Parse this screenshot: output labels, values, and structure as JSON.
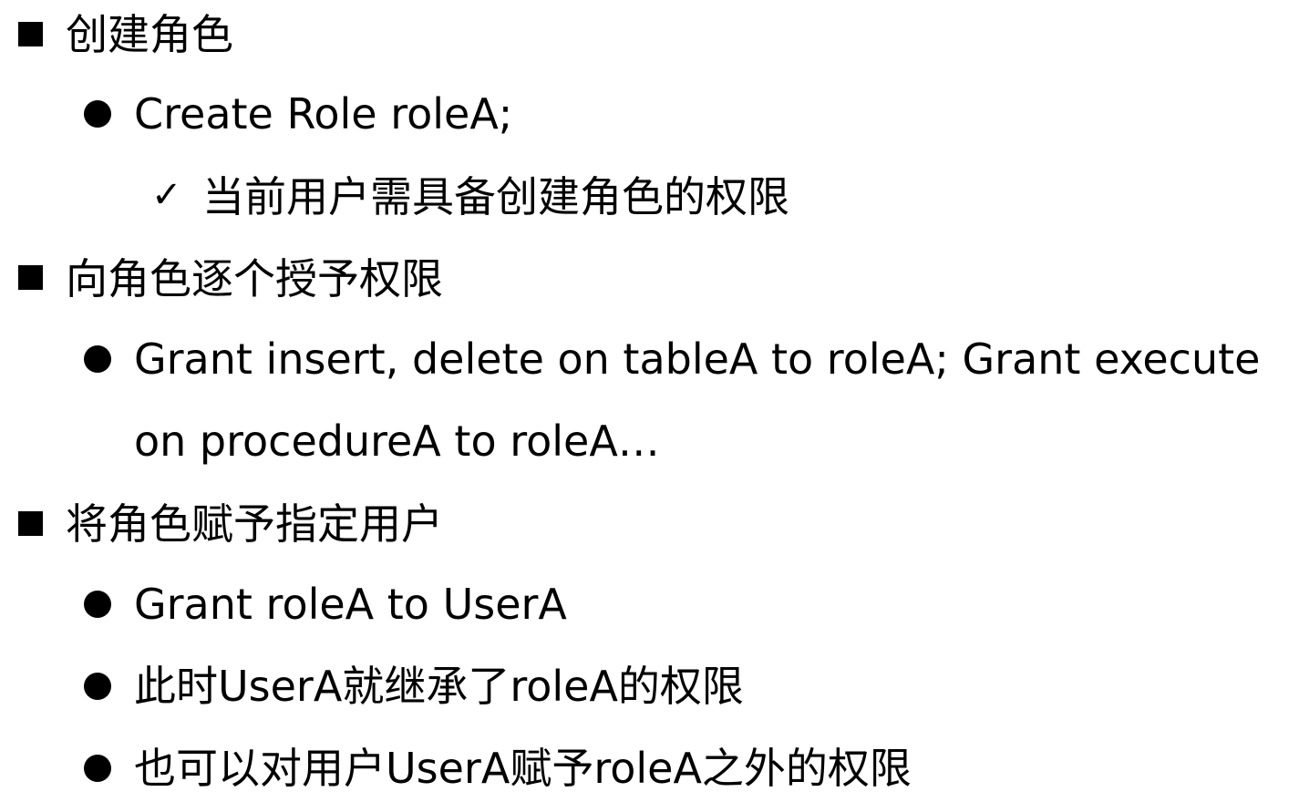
{
  "items": [
    {
      "level": 1,
      "marker": "square",
      "text": "创建角色"
    },
    {
      "level": 2,
      "marker": "disc",
      "text": "Create Role roleA;"
    },
    {
      "level": 3,
      "marker": "check",
      "marker_text": "✓",
      "text": "当前用户需具备创建角色的权限"
    },
    {
      "level": 1,
      "marker": "square",
      "text": "向角色逐个授予权限"
    },
    {
      "level": 2,
      "marker": "disc",
      "text": "Grant insert, delete on tableA to roleA; Grant execute",
      "continuation": "on procedureA to roleA…"
    },
    {
      "level": 1,
      "marker": "square",
      "text": "将角色赋予指定用户"
    },
    {
      "level": 2,
      "marker": "disc",
      "text": "Grant roleA to UserA"
    },
    {
      "level": 2,
      "marker": "disc",
      "text": "此时UserA就继承了roleA的权限"
    },
    {
      "level": 2,
      "marker": "disc",
      "text": "也可以对用户UserA赋予roleA之外的权限"
    }
  ]
}
